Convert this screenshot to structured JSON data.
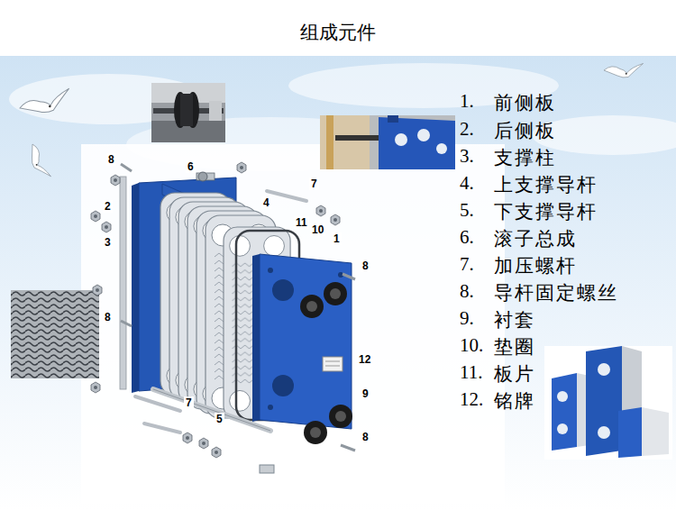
{
  "diagram": {
    "title": "组成元件",
    "labels": [
      "1.",
      "前侧板",
      "2.",
      "后侧板",
      "3.",
      "支撑柱",
      "4.",
      "上支撑导杆",
      "5.",
      "下支撑导杆",
      "6.",
      "滚子总成",
      "7.",
      "加压螺杆",
      "8.",
      "导杆固定螺丝",
      "9.",
      "衬套",
      "10.",
      "垫圈",
      "11.",
      "板片",
      "12.",
      "铭牌",
      "8",
      "6",
      "7",
      "2",
      "4",
      "3",
      "11",
      "10",
      "1",
      "8",
      "8",
      "12",
      "9",
      "7",
      "5",
      "8"
    ]
  }
}
